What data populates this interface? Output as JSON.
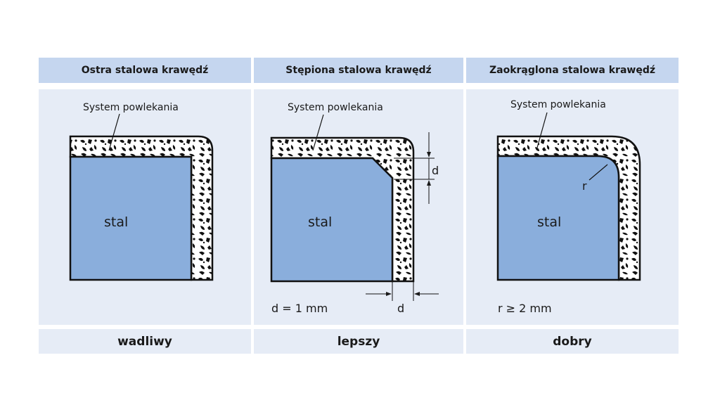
{
  "columns": [
    {
      "header": "Ostra stalowa krawędź",
      "coating_label": "System powlekania",
      "steel_label": "stal",
      "rating": "wadliwy"
    },
    {
      "header": "Stępiona stalowa krawędź",
      "coating_label": "System powlekania",
      "steel_label": "stal",
      "dim_label": "d",
      "dim_label_bottom": "d",
      "note": "d = 1 mm",
      "rating": "lepszy"
    },
    {
      "header": "Zaokrąglona stalowa krawędź",
      "coating_label": "System powlekania",
      "steel_label": "stal",
      "radius_label": "r",
      "note": "r ≥ 2 mm",
      "rating": "dobry"
    }
  ],
  "colors": {
    "header_bg": "#c5d6ef",
    "body_bg": "#e6ecf6",
    "steel": "#8aaedc"
  }
}
